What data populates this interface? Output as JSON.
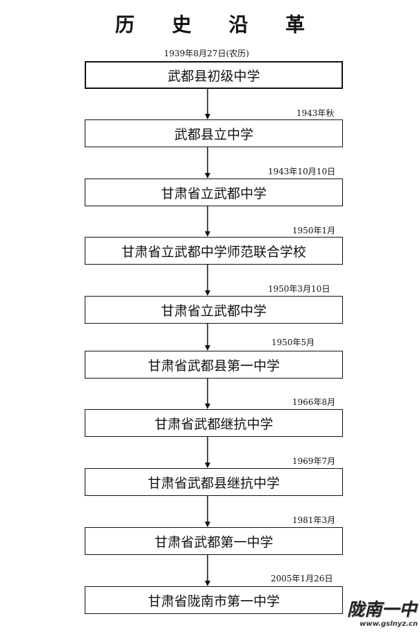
{
  "title": "历 史 沿 革",
  "stages": [
    {
      "date": "1939年8月27日(农历)",
      "name": "武都县初级中学"
    },
    {
      "date": "1943年秋",
      "name": "武都县立中学"
    },
    {
      "date": "1943年10月10日",
      "name": "甘肃省立武都中学"
    },
    {
      "date": "1950年1月",
      "name": "甘肃省立武都中学师范联合学校"
    },
    {
      "date": "1950年3月10日",
      "name": "甘肃省立武都中学"
    },
    {
      "date": "1950年5月",
      "name": "甘肃省武都县第一中学"
    },
    {
      "date": "1966年8月",
      "name": "甘肃省武都继抗中学"
    },
    {
      "date": "1969年7月",
      "name": "甘肃省武都县继抗中学"
    },
    {
      "date": "1981年3月",
      "name": "甘肃省武都第一中学"
    },
    {
      "date": "2005年1月26日",
      "name": "甘肃省陇南市第一中学"
    }
  ],
  "watermark": {
    "logo": "陇南一中",
    "url": "www.gslnyz.cn"
  }
}
